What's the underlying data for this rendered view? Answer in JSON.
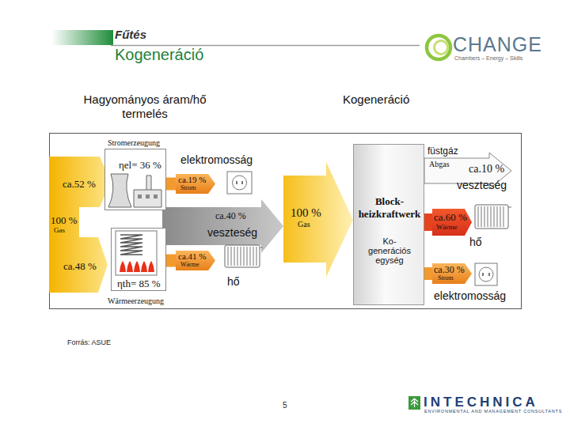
{
  "diagram": {
    "title": "Kogeneráció",
    "nodes": [
      {
        "text": [
          "Stromerzeugung",
          "ηel= 36 %"
        ]
      },
      {
        "text": [
          "ca.19 %",
          "Strom"
        ]
      },
      {
        "text": [
          "ηth= 85 %",
          "Wärmeerzeugung"
        ]
      },
      {
        "text": [
          "ca.41 %",
          "Wärme"
        ]
      },
      {
        "text": [
          "Block- heizkraftwerk",
          "Ko- generációs egység"
        ]
      },
      {
        "text": [
          "ca.60 %",
          "Wärme"
        ]
      },
      {
        "text": [
          "ca.30 %",
          "Strom"
        ]
      }
    ],
    "edges": [
      {
        "from": 0,
        "to": 1,
        "arrow": "none"
      },
      {
        "from": 2,
        "to": 3,
        "arrow": "none"
      },
      {
        "from": 4,
        "to": 5,
        "arrow": "none"
      },
      {
        "from": 4,
        "to": 6,
        "arrow": "none"
      }
    ],
    "labels": [
      "Fűtés",
      "CHANGE",
      "Chambers – Energy – Skills",
      "Hagyományos áram/hő termelés",
      "Kogeneráció",
      "elektromosság",
      "füstgáz",
      "Abgas",
      "ca.10 %",
      "ca.52 %",
      "veszteség",
      "ca.40 %",
      "100 %",
      "Gas",
      "100 %",
      "Gas",
      "veszteség",
      "hő",
      "ca.48 %",
      "hő",
      "elektromosság",
      "Forrás: ASUE",
      "5",
      "INTECHNICA",
      "ENVIRONMENTAL AND MANAGEMENT CONSULTANTS"
    ]
  }
}
